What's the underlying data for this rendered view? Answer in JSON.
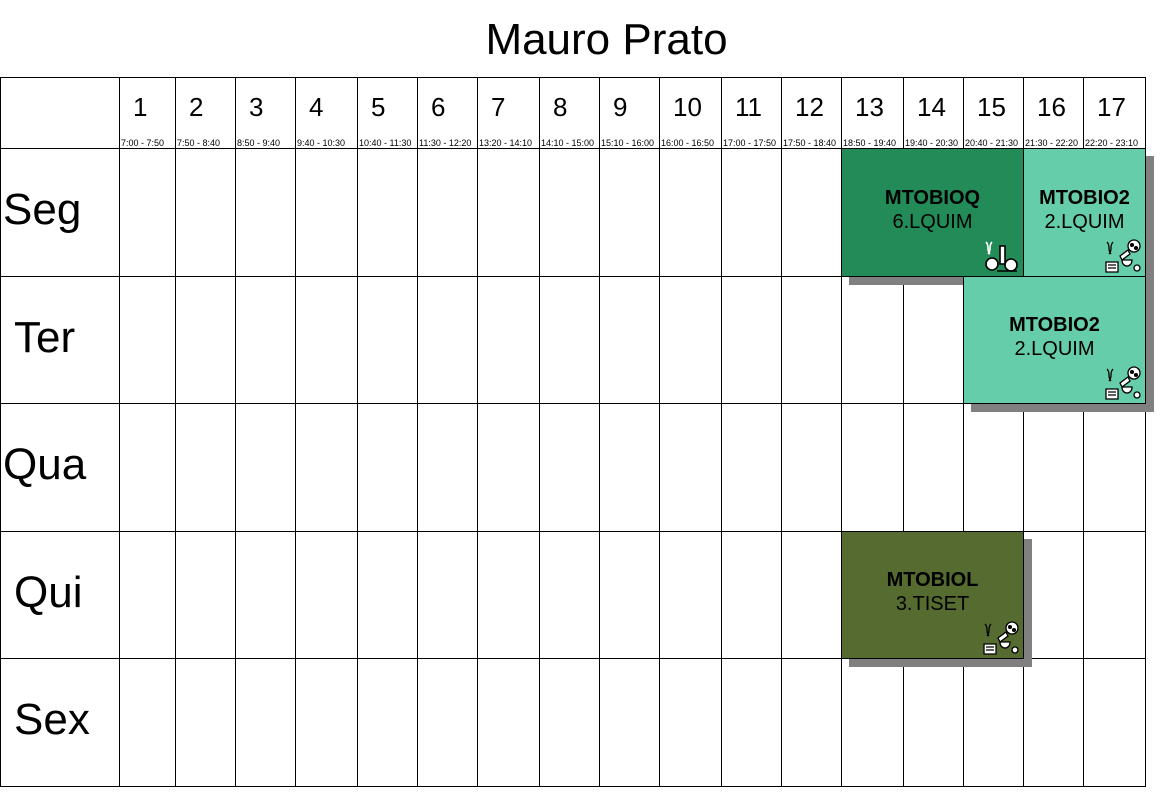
{
  "title": "Mauro Prato",
  "periods": [
    {
      "num": "1",
      "time": "7:00 - 7:50"
    },
    {
      "num": "2",
      "time": "7:50 - 8:40"
    },
    {
      "num": "3",
      "time": "8:50 - 9:40"
    },
    {
      "num": "4",
      "time": "9:40 - 10:30"
    },
    {
      "num": "5",
      "time": "10:40 - 11:30"
    },
    {
      "num": "6",
      "time": "11:30 - 12:20"
    },
    {
      "num": "7",
      "time": "13:20 - 14:10"
    },
    {
      "num": "8",
      "time": "14:10 - 15:00"
    },
    {
      "num": "9",
      "time": "15:10 - 16:00"
    },
    {
      "num": "10",
      "time": "16:00 - 16:50"
    },
    {
      "num": "11",
      "time": "17:00 - 17:50"
    },
    {
      "num": "12",
      "time": "17:50 - 18:40"
    },
    {
      "num": "13",
      "time": "18:50 - 19:40"
    },
    {
      "num": "14",
      "time": "19:40 - 20:30"
    },
    {
      "num": "15",
      "time": "20:40 - 21:30"
    },
    {
      "num": "16",
      "time": "21:30 - 22:20"
    },
    {
      "num": "17",
      "time": "22:20 - 23:10"
    }
  ],
  "days": [
    "Seg",
    "Ter",
    "Qua",
    "Qui",
    "Sex"
  ],
  "classes": [
    {
      "code": "MTOBIOQ",
      "room": "6.LQUIM",
      "day": 0,
      "start": 13,
      "end": 15,
      "color": "#228b57",
      "icon": "biology-lab-icon"
    },
    {
      "code": "MTOBIO2",
      "room": "2.LQUIM",
      "day": 0,
      "start": 16,
      "end": 17,
      "color": "#66cdaa",
      "icon": "biology-books-icon"
    },
    {
      "code": "MTOBIO2",
      "room": "2.LQUIM",
      "day": 1,
      "start": 15,
      "end": 17,
      "color": "#66cdaa",
      "icon": "biology-books-icon"
    },
    {
      "code": "MTOBIOL",
      "room": "3.TISET",
      "day": 3,
      "start": 13,
      "end": 15,
      "color": "#556b2f",
      "icon": "biology-books-icon"
    }
  ]
}
